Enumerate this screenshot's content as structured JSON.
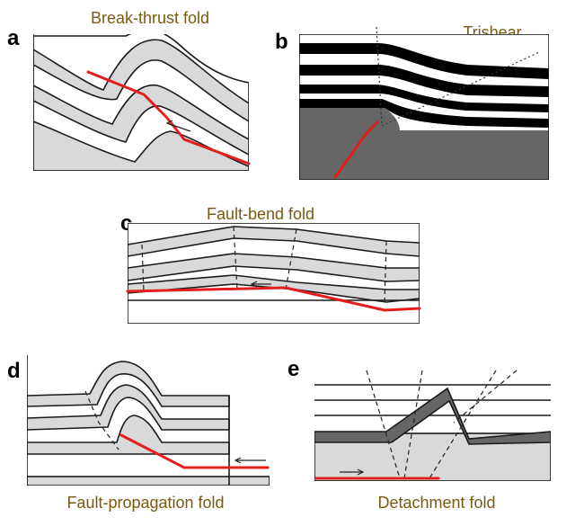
{
  "colors": {
    "caption": "#7a5a12",
    "fault": "#e31e1e",
    "light_layer": "#d9d9d9",
    "dark_layer": "#666666",
    "black_layer": "#000000"
  },
  "panels": {
    "a": {
      "letter": "a",
      "caption": "Break-thrust fold"
    },
    "b": {
      "letter": "b",
      "caption": "Trishear"
    },
    "c": {
      "letter": "c",
      "caption": "Fault-bend fold"
    },
    "d": {
      "letter": "d",
      "caption": "Fault-propagation fold"
    },
    "e": {
      "letter": "e",
      "caption": "Detachment fold"
    }
  }
}
